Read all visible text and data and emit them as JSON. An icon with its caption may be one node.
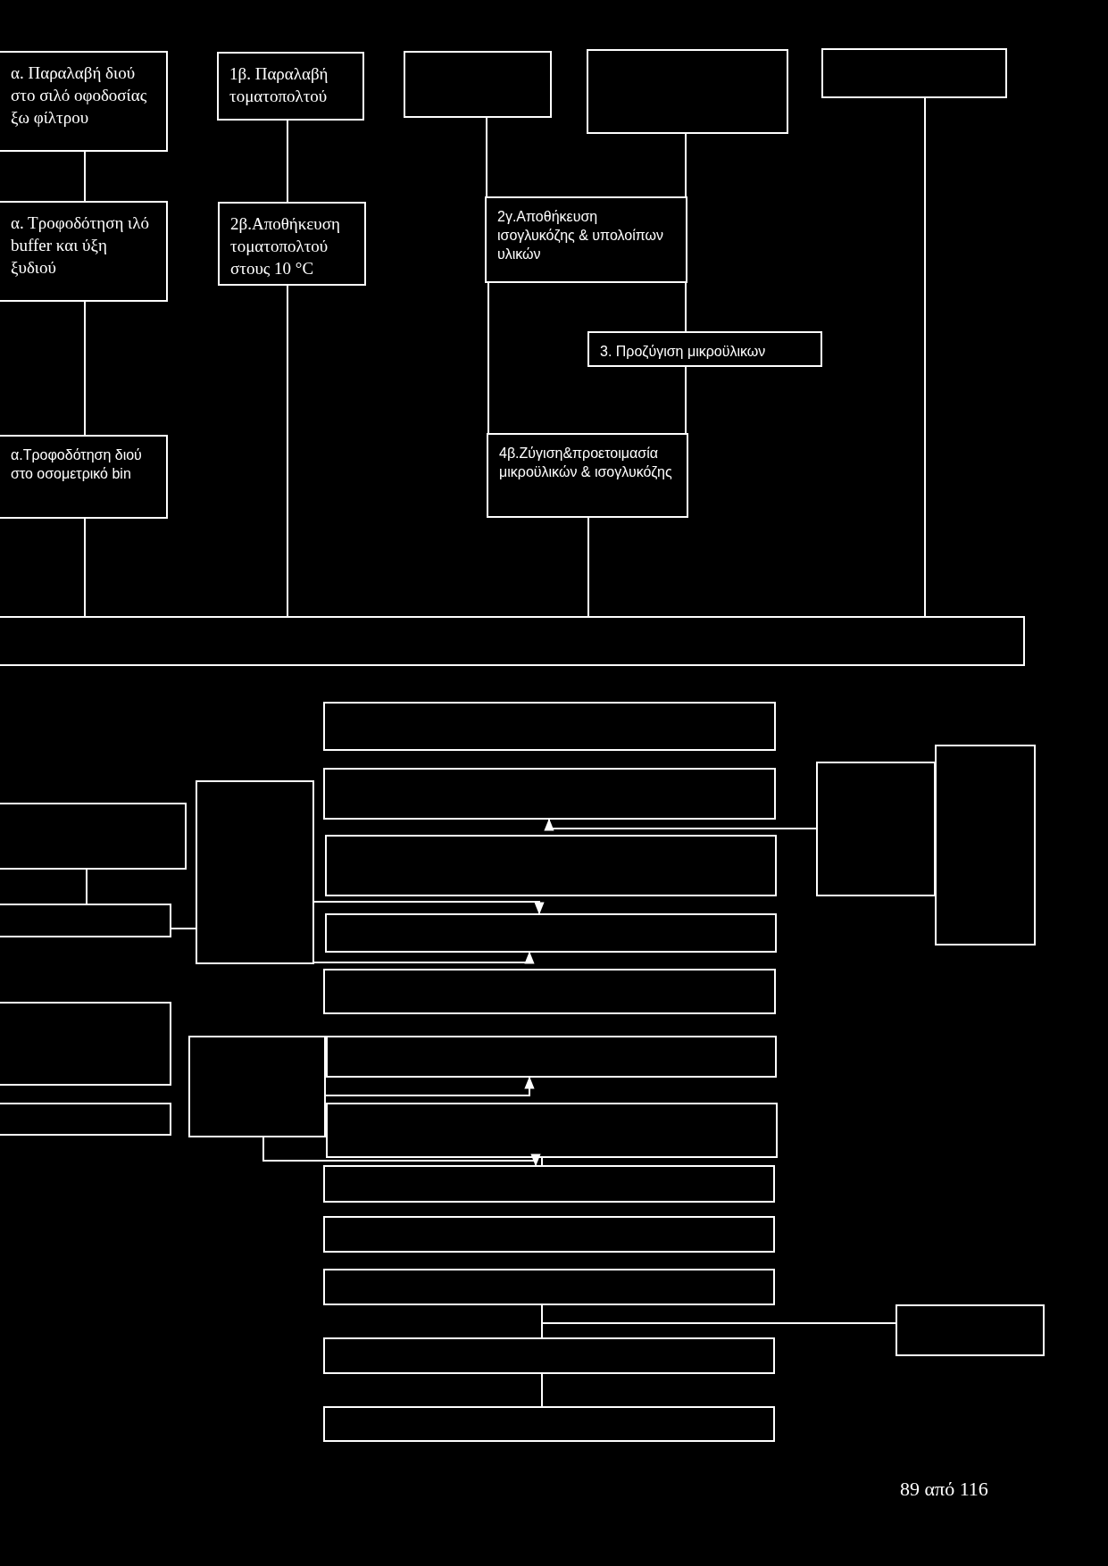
{
  "diagram": {
    "nodes": [
      {
        "text": [
          "α. Παραλαβή διού στο σιλό οφοδοσίας ξω φίλτρου"
        ]
      },
      {
        "text": [
          "1β. Παραλαβή τοματοπολτού"
        ]
      },
      {
        "text": [],
        "shape": "box"
      },
      {
        "text": [],
        "shape": "box"
      },
      {
        "text": [],
        "shape": "box"
      },
      {
        "text": [
          "α. Τροφοδότηση ιλό buffer και ύξη ξυδιού"
        ]
      },
      {
        "text": [
          "2β.Αποθήκευση τοματοπολτού στους 10 °C"
        ]
      },
      {
        "text": [
          "2γ.Αποθήκευση ισογλυκόζης & υπολοίπων υλικών"
        ]
      },
      {
        "text": [
          "3. Προζύγιση μικροϋλικων"
        ]
      },
      {
        "text": [
          "α.Τροφοδότηση διού στο οσομετρικό bin"
        ]
      },
      {
        "text": [
          "4β.Ζύγιση&προετοιμασία μικροϋλικών & ισογλυκόζης"
        ]
      },
      {
        "text": [],
        "shape": "box"
      },
      {
        "text": [],
        "shape": "box"
      },
      {
        "text": [],
        "shape": "box"
      },
      {
        "text": [],
        "shape": "box"
      },
      {
        "text": [],
        "shape": "box"
      },
      {
        "text": [],
        "shape": "box"
      },
      {
        "text": [],
        "shape": "box"
      },
      {
        "text": [],
        "shape": "box"
      },
      {
        "text": [],
        "shape": "box"
      },
      {
        "text": [],
        "shape": "box"
      },
      {
        "text": [],
        "shape": "box"
      },
      {
        "text": [],
        "shape": "box"
      },
      {
        "text": [],
        "shape": "box"
      },
      {
        "text": [],
        "shape": "box"
      },
      {
        "text": [],
        "shape": "box"
      },
      {
        "text": [],
        "shape": "box"
      },
      {
        "text": [],
        "shape": "box"
      },
      {
        "text": [],
        "shape": "box"
      },
      {
        "text": [],
        "shape": "box"
      },
      {
        "text": [],
        "shape": "box"
      },
      {
        "text": [],
        "shape": "box"
      },
      {
        "text": [],
        "shape": "box"
      }
    ],
    "edges": [
      {
        "from": 0,
        "to": 5,
        "arrow": "none"
      },
      {
        "from": 5,
        "to": 9,
        "arrow": "none"
      },
      {
        "from": 9,
        "to": 11,
        "arrow": "none"
      },
      {
        "from": 1,
        "to": 6,
        "arrow": "none"
      },
      {
        "from": 6,
        "to": 11,
        "arrow": "none"
      },
      {
        "from": 2,
        "to": 7,
        "arrow": "none"
      },
      {
        "from": 3,
        "to": 7,
        "arrow": "none"
      },
      {
        "from": 7,
        "to": 10,
        "arrow": "none"
      },
      {
        "from": 7,
        "to": 8,
        "arrow": "none"
      },
      {
        "from": 8,
        "to": 10,
        "arrow": "none"
      },
      {
        "from": 10,
        "to": 11,
        "arrow": "none"
      },
      {
        "from": 4,
        "to": 11,
        "arrow": "none"
      },
      {
        "from": 17,
        "to": 19,
        "arrow": "none"
      },
      {
        "from": 19,
        "to": 16,
        "arrow": "none"
      },
      {
        "from": 14,
        "to": 15,
        "arrow": "to"
      },
      {
        "from": 16,
        "to": 20,
        "arrow": "to"
      },
      {
        "from": 16,
        "to": 20,
        "arrow": "to"
      },
      {
        "from": 23,
        "to": 24,
        "arrow": "to"
      },
      {
        "from": 23,
        "to": 27,
        "arrow": "to"
      },
      {
        "from": 26,
        "to": 27,
        "arrow": "none"
      },
      {
        "from": 29,
        "to": 31,
        "arrow": "none"
      },
      {
        "from": 29,
        "to": 30,
        "arrow": "none"
      },
      {
        "from": 31,
        "to": 32,
        "arrow": "none"
      }
    ],
    "labels": [
      "89 από 116"
    ]
  }
}
